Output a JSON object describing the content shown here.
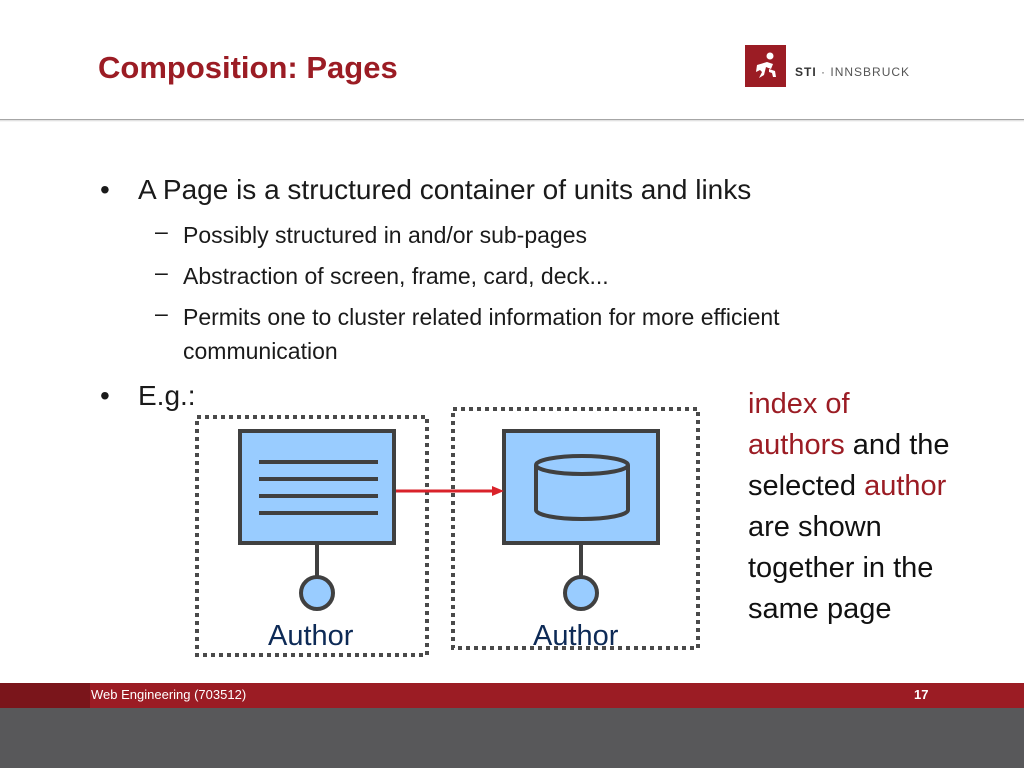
{
  "slide": {
    "title": "Composition: Pages",
    "logo": {
      "brand": "STI",
      "separator": "·",
      "location": "INNSBRUCK"
    },
    "bullets": [
      {
        "text": "A Page is a structured container of units and links"
      },
      {
        "text": "E.g.:"
      }
    ],
    "sub_bullets": [
      "Possibly structured in and/or  sub-pages",
      "Abstraction of screen, frame, card, deck...",
      "Permits one to cluster related information for more efficient",
      "communication"
    ],
    "note": {
      "part1": "index of",
      "part2": "authors",
      "part3": " and the",
      "part4": "selected ",
      "part5": "author",
      "part6": "are shown",
      "part7": "together in the",
      "part8": "same page"
    },
    "diagram": {
      "left_unit_label": "Author",
      "right_unit_label": "Author"
    },
    "footer": {
      "course": "Web Engineering (703512)",
      "page_number": "17"
    },
    "colors": {
      "accent": "#9b1c24",
      "unit_fill": "#99ccff",
      "unit_stroke": "#404040",
      "link_arrow": "#d9222a",
      "footer_gray": "#58585a"
    }
  }
}
